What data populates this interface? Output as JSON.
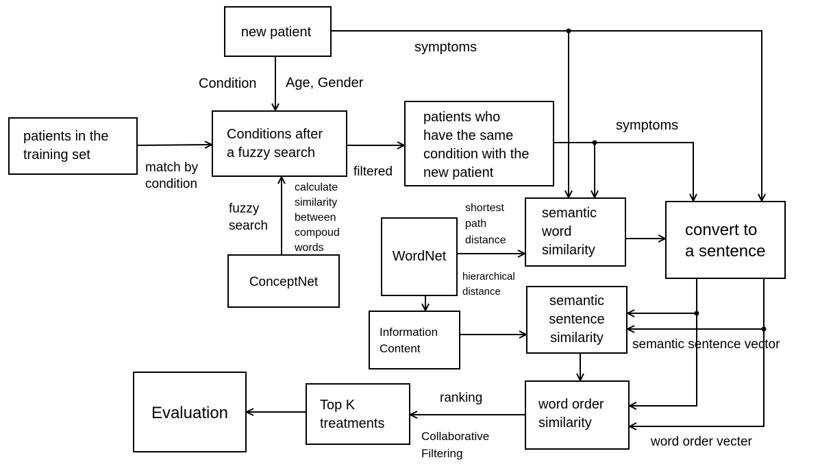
{
  "nodes": {
    "new_patient": "new patient",
    "training_set": [
      "patients in the",
      "training set"
    ],
    "fuzzy_conditions": [
      "Conditions after",
      "a fuzzy search"
    ],
    "same_condition": [
      "patients who",
      "have the same",
      "condition with the",
      "new patient"
    ],
    "conceptnet": "ConceptNet",
    "wordnet": "WordNet",
    "word_similarity": [
      "semantic",
      "word",
      "similarity"
    ],
    "convert": [
      "convert to",
      "a sentence"
    ],
    "information_content": [
      "Information",
      "Content"
    ],
    "sentence_similarity": [
      "semantic",
      "sentence",
      "similarity"
    ],
    "word_order": [
      "word order",
      "similarity"
    ],
    "top_k": [
      "Top K",
      "treatments"
    ],
    "evaluation": "Evaluation"
  },
  "labels": {
    "symptoms_top": "symptoms",
    "condition": "Condition",
    "age_gender": "Age, Gender",
    "match_by_condition": [
      "match by",
      "condition"
    ],
    "filtered": "filtered",
    "symptoms_mid": "symptoms",
    "fuzzy_search": [
      "fuzzy",
      "search"
    ],
    "calc_similarity": [
      "calculate",
      "similarity",
      "between",
      "compoud",
      "words"
    ],
    "shortest_path": [
      "shortest",
      "path",
      "distance"
    ],
    "hierarchical": [
      "hierarchical",
      "distance"
    ],
    "sentence_vector": "semantic sentence vector",
    "ranking": "ranking",
    "collaborative_filtering": [
      "Collaborative",
      "Filtering"
    ],
    "word_order_vector": "word order vecter"
  }
}
